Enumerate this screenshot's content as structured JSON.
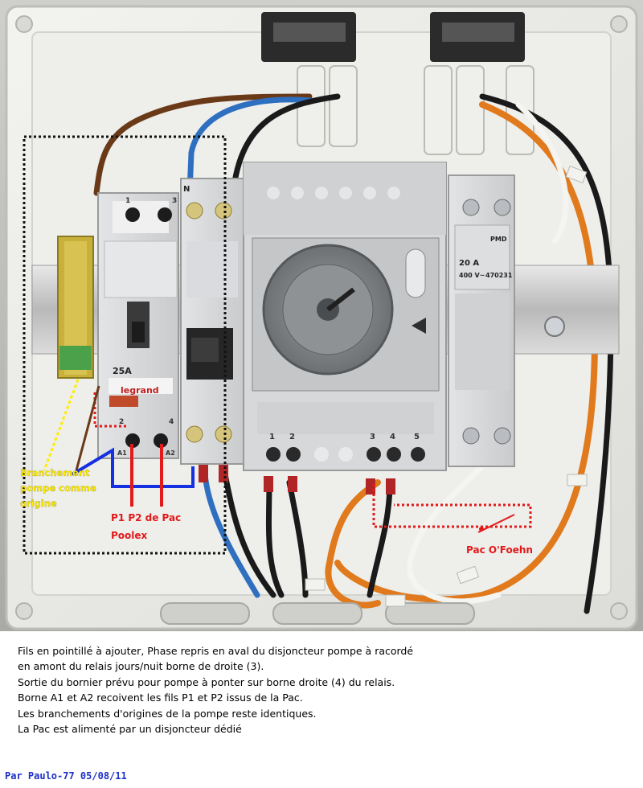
{
  "photo": {
    "breaker_rcbo": {
      "lines": [
        "25A",
        "legrand"
      ]
    },
    "breaker_pmd": {
      "lines": [
        "20 A",
        "400 V~",
        "470231",
        "PMD"
      ]
    },
    "terminal_labels": {
      "relay_top": [
        "1",
        "3"
      ],
      "relay_bottom": [
        "2",
        "4"
      ],
      "relay_coil": [
        "A1",
        "A2"
      ],
      "timer": [
        "1",
        "2",
        "3",
        "4",
        "5"
      ],
      "neutral": "N"
    },
    "annotations": {
      "pump_wiring": "Branchement pompe comme origine",
      "pac_label_1": "P1 P2 de Pac",
      "pac_label_2": "Poolex",
      "pac_ofoehn": "Pac O'Foehn"
    },
    "colors": {
      "annotation_yellow": "#ffee00",
      "annotation_red": "#e21a1a",
      "wire_blue": "#1530e0",
      "dotted_black": "#111111",
      "dotted_red": "#e21a1a",
      "credit_blue": "#1c2fc8"
    }
  },
  "caption": {
    "lines": [
      "Fils en pointillé à ajouter, Phase  repris en aval du disjoncteur pompe à racordé",
      "en amont du relais jours/nuit  borne de droite (3).",
      "Sortie du bornier prévu pour pompe à ponter sur borne droite (4) du relais.",
      "Borne A1 et A2 recoivent les fils P1 et P2 issus de la Pac.",
      "Les branchements d'origines de la pompe reste identiques.",
      "La Pac est alimenté par un disjoncteur dédié"
    ]
  },
  "credit": "Par Paulo-77 05/08/11"
}
